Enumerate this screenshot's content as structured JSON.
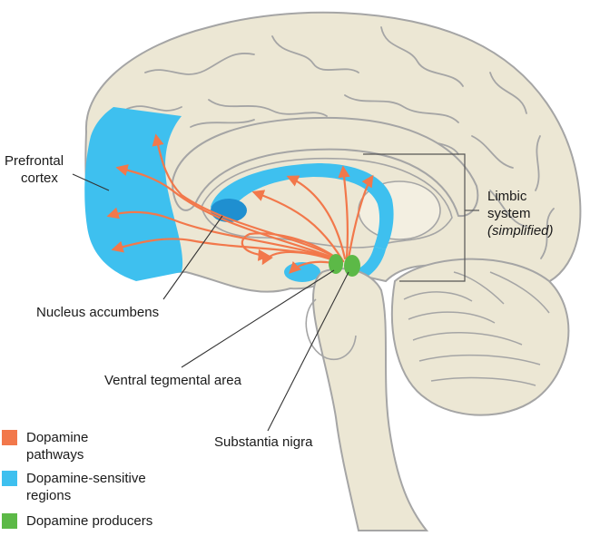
{
  "labels": {
    "prefrontal_line1": "Prefrontal",
    "prefrontal_line2": "cortex",
    "limbic_line1": "Limbic",
    "limbic_line2": "system",
    "limbic_line3": "(simplified)",
    "nucleus_accumbens": "Nucleus accumbens",
    "ventral_tegmental_area": "Ventral tegmental area",
    "substantia_nigra": "Substantia nigra"
  },
  "legend": [
    {
      "line1": "Dopamine",
      "line2": "pathways",
      "color": "#f2784b"
    },
    {
      "line1": "Dopamine-sensitive",
      "line2": "regions",
      "color": "#3ec0ef"
    },
    {
      "line1": "Dopamine producers",
      "line2": "",
      "color": "#5cb947"
    }
  ],
  "colors": {
    "brain_fill": "#ece7d4",
    "brain_stroke": "#a5a5a5",
    "pathway": "#f2784b",
    "sensitive": "#3ec0ef",
    "producer": "#5cb947"
  }
}
